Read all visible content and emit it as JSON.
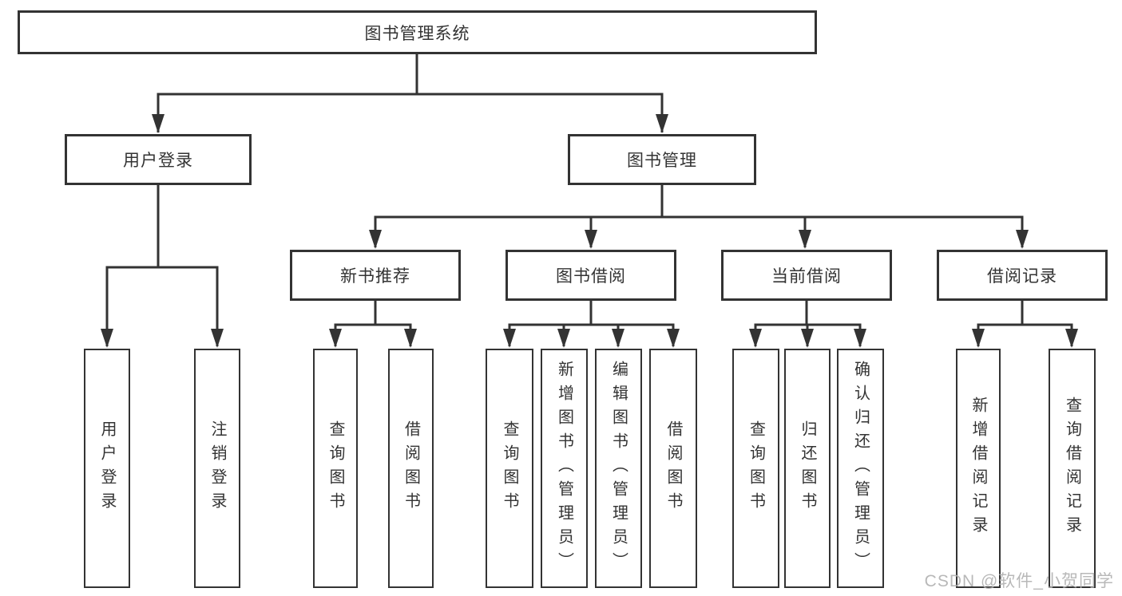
{
  "colors": {
    "line": "#333333",
    "box_border": "#333333",
    "text": "#333333",
    "background": "#ffffff",
    "watermark": "#b1b1b1"
  },
  "watermark": {
    "text": "CSDN @软件_小贺同学"
  },
  "tree": {
    "root": {
      "label": "图书管理系统",
      "children": [
        {
          "label": "用户登录",
          "children": [
            {
              "label": "用户登录"
            },
            {
              "label": "注销登录"
            }
          ]
        },
        {
          "label": "图书管理",
          "children": [
            {
              "label": "新书推荐",
              "children": [
                {
                  "label": "查询图书"
                },
                {
                  "label": "借阅图书"
                }
              ]
            },
            {
              "label": "图书借阅",
              "children": [
                {
                  "label": "查询图书"
                },
                {
                  "label": "新增图书（管理员）"
                },
                {
                  "label": "编辑图书（管理员）"
                },
                {
                  "label": "借阅图书"
                }
              ]
            },
            {
              "label": "当前借阅",
              "children": [
                {
                  "label": "查询图书"
                },
                {
                  "label": "归还图书"
                },
                {
                  "label": "确认归还（管理员）"
                }
              ]
            },
            {
              "label": "借阅记录",
              "children": [
                {
                  "label": "新增借阅记录"
                },
                {
                  "label": "查询借阅记录"
                }
              ]
            }
          ]
        }
      ]
    }
  }
}
